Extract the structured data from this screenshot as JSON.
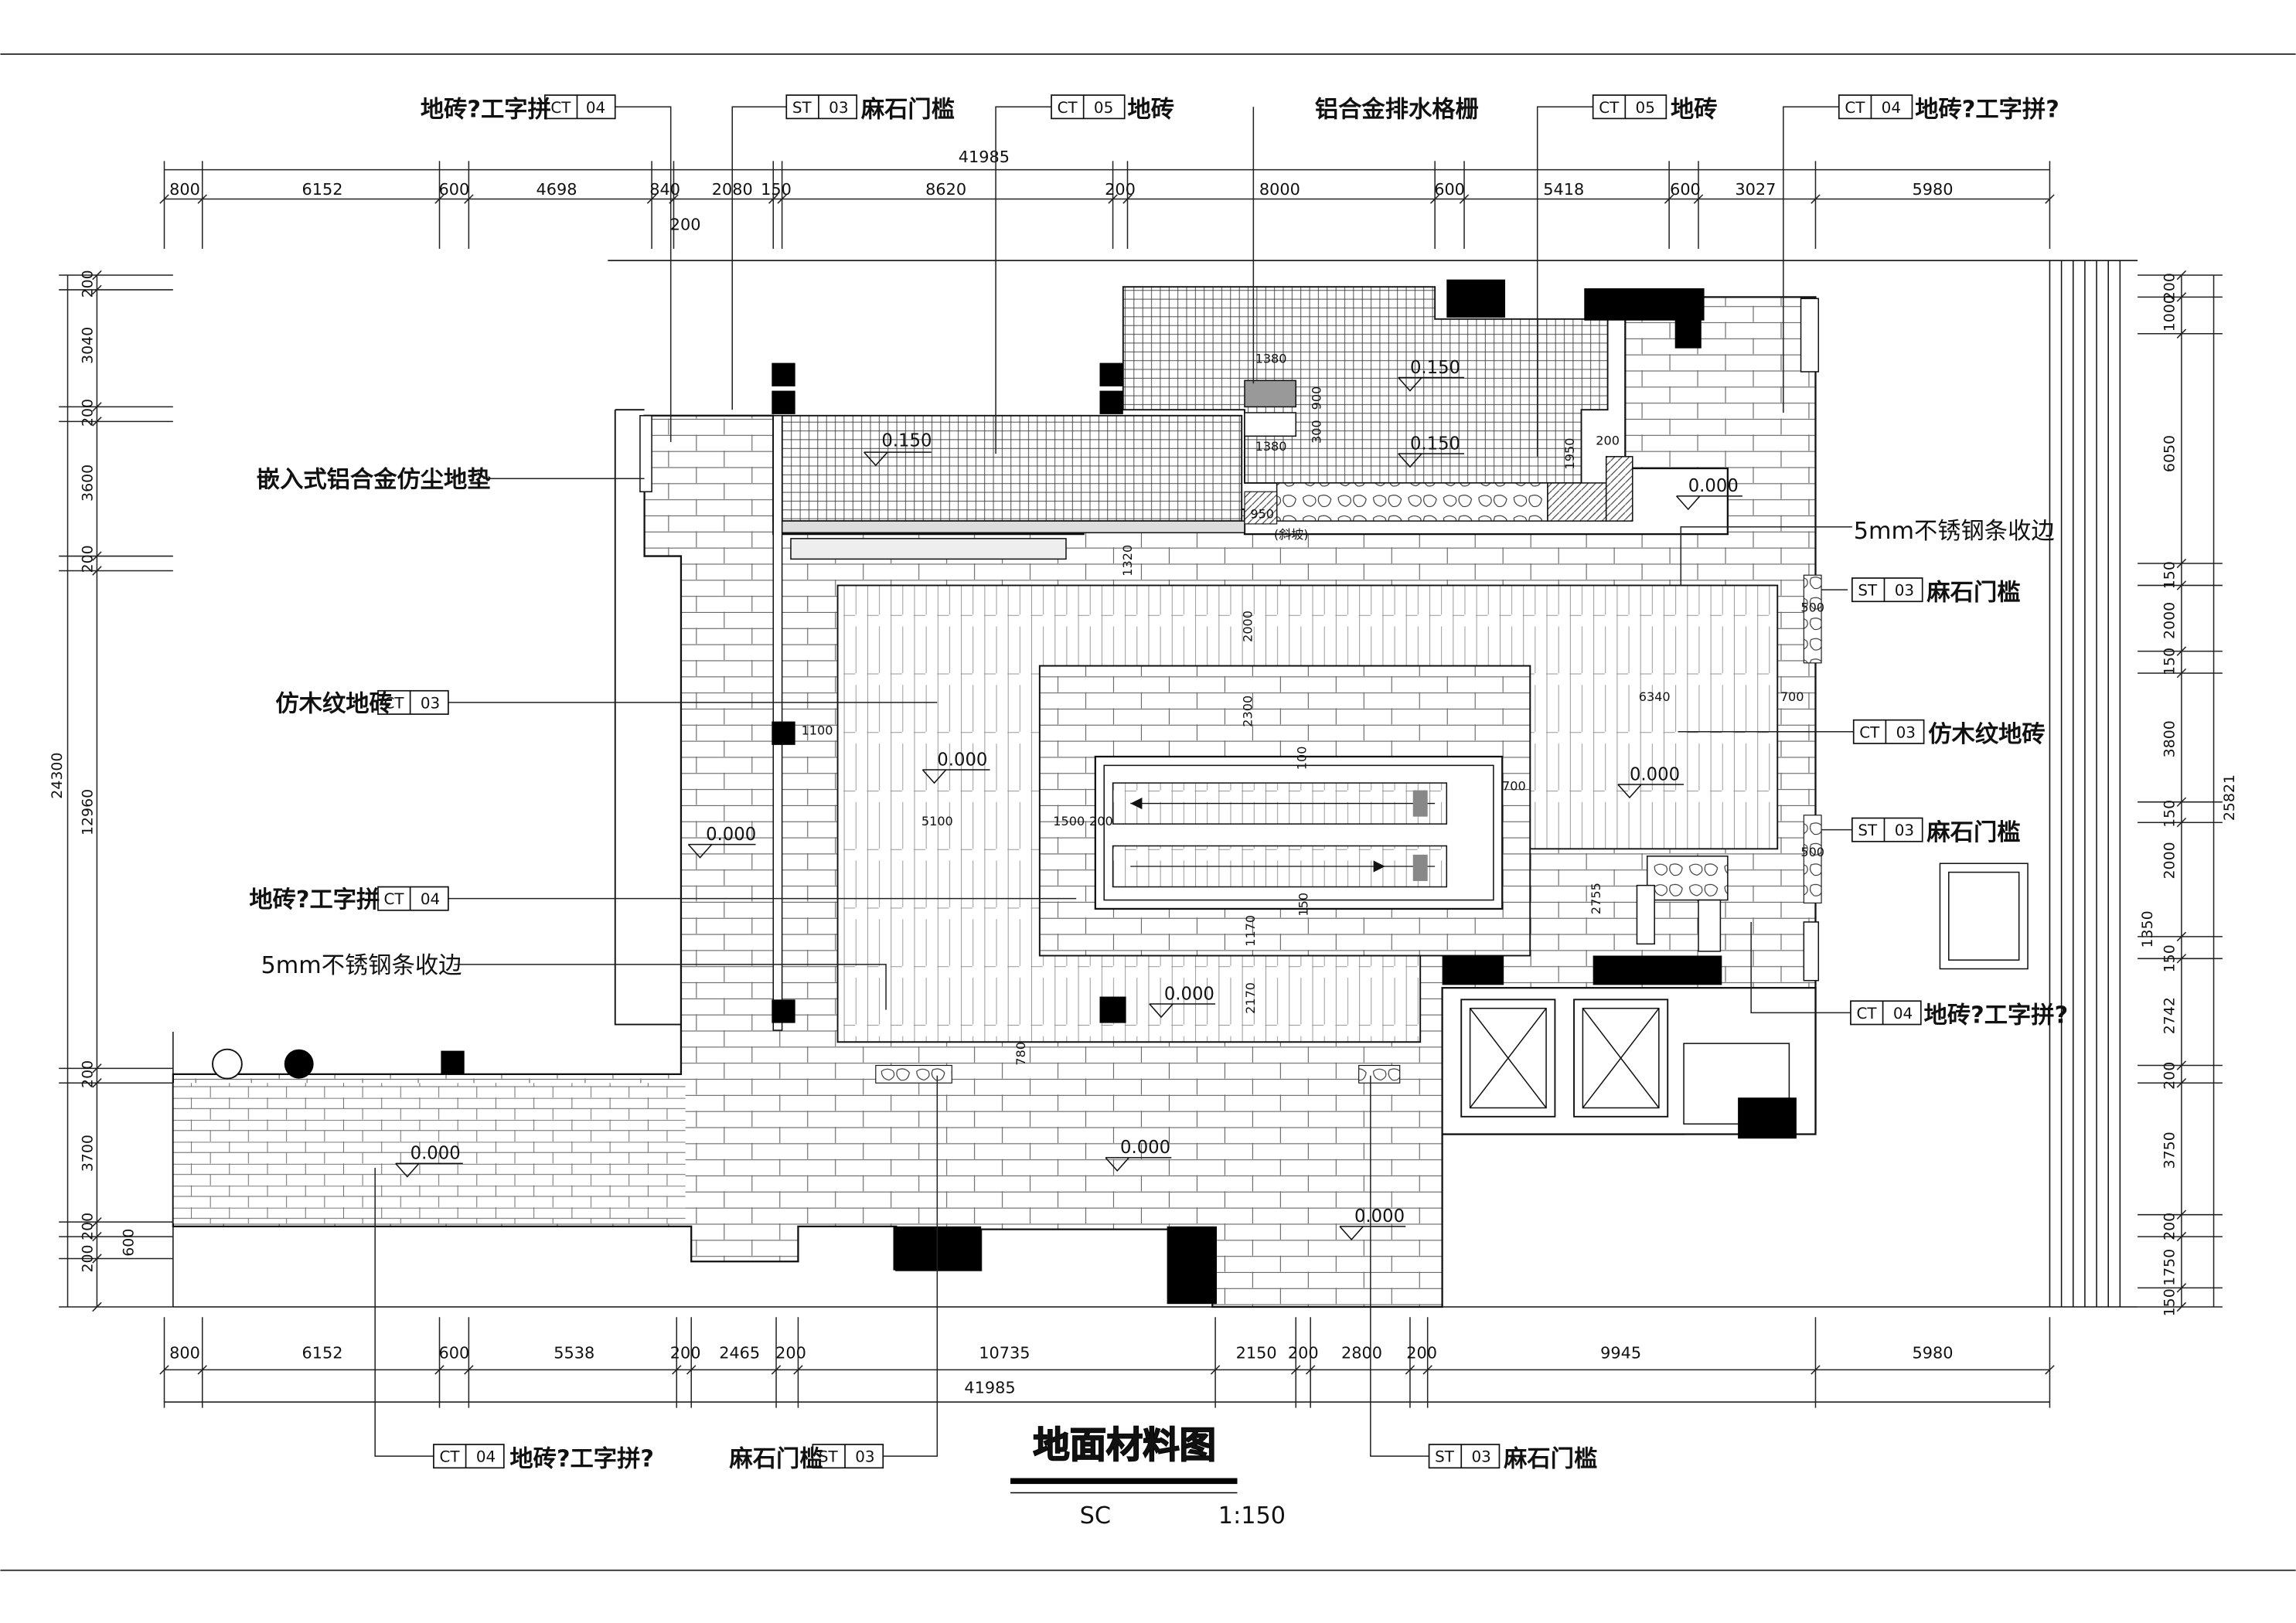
{
  "title": "地面材料图",
  "scale_code": "SC",
  "scale": "1:150",
  "dims": {
    "top_total": "41985",
    "top": [
      "800",
      "6152",
      "600",
      "4698",
      "840",
      "2080",
      "150",
      "8620",
      "200",
      "8000",
      "600",
      "5418",
      "600",
      "3027",
      "5980"
    ],
    "top_sub": "200",
    "bottom_total": "41985",
    "bottom": [
      "800",
      "6152",
      "600",
      "5538",
      "200",
      "2465",
      "200",
      "10735",
      "2150",
      "200",
      "2800",
      "200",
      "9945",
      "5980"
    ],
    "left_total": "24300",
    "left": [
      "200",
      "3040",
      "200",
      "3600",
      "200",
      "12960",
      "200",
      "3700",
      "200",
      "600",
      "200"
    ],
    "right_total": "25821",
    "right": [
      "200",
      "1000",
      "6050",
      "150",
      "2000",
      "150",
      "3800",
      "150",
      "2000",
      "1350",
      "150",
      "2742",
      "200",
      "3750",
      "200",
      "1750",
      "150"
    ],
    "inner": [
      "1380",
      "1380",
      "900",
      "300",
      "1950",
      "200",
      "950",
      "1320",
      "2000",
      "2300",
      "100",
      "6340",
      "700",
      "1100",
      "5100",
      "1500",
      "200",
      "700",
      "2755",
      "1170",
      "150",
      "2170",
      "780",
      "500",
      "500"
    ]
  },
  "callouts": {
    "t1_text": "地砖?工字拼",
    "t1_code": "CT",
    "t1_num": "04",
    "t2_code": "ST",
    "t2_num": "03",
    "t2_text": "麻石门槛",
    "t3_code": "CT",
    "t3_num": "05",
    "t3_text": "地砖",
    "t4_text": "铝合金排水格栅",
    "t5_code": "CT",
    "t5_num": "05",
    "t5_text": "地砖",
    "t6_code": "CT",
    "t6_num": "04",
    "t6_text": "地砖?工字拼?",
    "l1_text": "嵌入式铝合金仿尘地垫",
    "l2_text": "仿木纹地砖",
    "l2_code": "CT",
    "l2_num": "03",
    "l3_text": "地砖?工字拼",
    "l3_code": "CT",
    "l3_num": "04",
    "l4_text": "5mm不锈钢条收边",
    "r1_text": "5mm不锈钢条收边",
    "r2_code": "ST",
    "r2_num": "03",
    "r2_text": "麻石门槛",
    "r3_code": "CT",
    "r3_num": "03",
    "r3_text": "仿木纹地砖",
    "r4_code": "ST",
    "r4_num": "03",
    "r4_text": "麻石门槛",
    "r5_code": "CT",
    "r5_num": "04",
    "r5_text": "地砖?工字拼?",
    "b1_code": "CT",
    "b1_num": "04",
    "b1_text": "地砖?工字拼?",
    "b2_text": "麻石门槛",
    "b2_code": "ST",
    "b2_num": "03",
    "b3_code": "ST",
    "b3_num": "03",
    "b3_text": "麻石门槛"
  },
  "levels": [
    "0.150",
    "0.150",
    "0.150",
    "0.000",
    "0.000",
    "0.000",
    "0.000",
    "0.000",
    "0.000",
    "0.000",
    "0.000"
  ],
  "slope_label": "(斜坡)"
}
